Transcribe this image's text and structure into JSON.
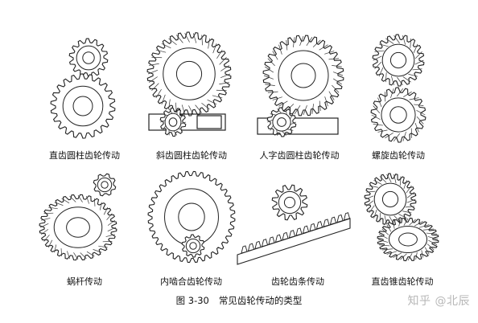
{
  "figure": {
    "number": "图 3-30",
    "title": "常见齿轮传动的类型"
  },
  "gears": [
    {
      "id": "spur",
      "label": "直齿圆柱齿轮传动"
    },
    {
      "id": "helical",
      "label": "斜齿圆柱齿轮传动"
    },
    {
      "id": "herringbone",
      "label": "人字齿圆柱齿轮传动"
    },
    {
      "id": "crossed-helical",
      "label": "螺旋齿轮传动"
    },
    {
      "id": "worm",
      "label": "蜗杆传动"
    },
    {
      "id": "internal",
      "label": "内啮合齿轮传动"
    },
    {
      "id": "rack",
      "label": "齿轮齿条传动"
    },
    {
      "id": "bevel",
      "label": "直齿锥齿轮传动"
    }
  ],
  "watermark": "知乎 @北辰"
}
